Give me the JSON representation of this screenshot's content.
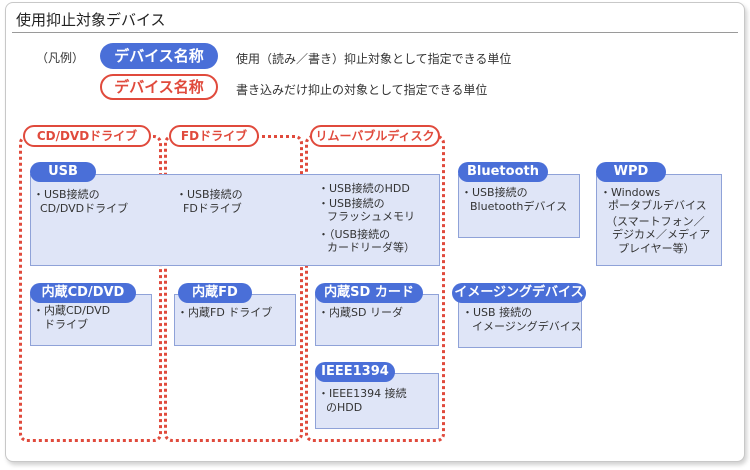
{
  "title": "使用抑止対象デバイス",
  "legend": {
    "label": "（凡例）",
    "blue_pill": "デバイス名称",
    "blue_desc": "使用（読み／書き）抑止対象として指定できる単位",
    "red_pill": "デバイス名称",
    "red_desc": "書き込みだけ抑止の対象として指定できる単位"
  },
  "categories": {
    "cddvd": "CD/DVDドライブ",
    "fd": "FDドライブ",
    "removable": "リムーバブルディスク"
  },
  "usb": {
    "tag": "USB",
    "cddvd_l1": "・USB接続の",
    "cddvd_l2": "CD/DVDドライブ",
    "fd_l1": "・USB接続の",
    "fd_l2": "FDドライブ",
    "rem_l1": "・USB接続のHDD",
    "rem_l2": "・USB接続の",
    "rem_l3": "フラッシュメモリ",
    "rem_l4": "・（USB接続の",
    "rem_l5": "カードリーダ等）"
  },
  "bluetooth": {
    "tag": "Bluetooth",
    "l1": "・USB接続の",
    "l2": "Bluetoothデバイス"
  },
  "wpd": {
    "tag": "WPD",
    "l1": "・Windows",
    "l2": "ポータブルデバイス",
    "l3": "（スマートフォン／",
    "l4": "デジカメ／メディア",
    "l5": "プレイヤー等）"
  },
  "internal_cddvd": {
    "tag": "内蔵CD/DVD",
    "l1": "・内蔵CD/DVD",
    "l2": "ドライブ"
  },
  "internal_fd": {
    "tag": "内蔵FD",
    "l1": "・内蔵FD ドライブ"
  },
  "internal_sd": {
    "tag": "内蔵SD カード",
    "l1": "・内蔵SD リーダ"
  },
  "imaging": {
    "tag": "イメージングデバイス",
    "l1": "・USB 接続の",
    "l2": "イメージングデバイス"
  },
  "ieee": {
    "tag": "IEEE1394",
    "l1": "・IEEE1394 接続",
    "l2": "のHDD"
  }
}
